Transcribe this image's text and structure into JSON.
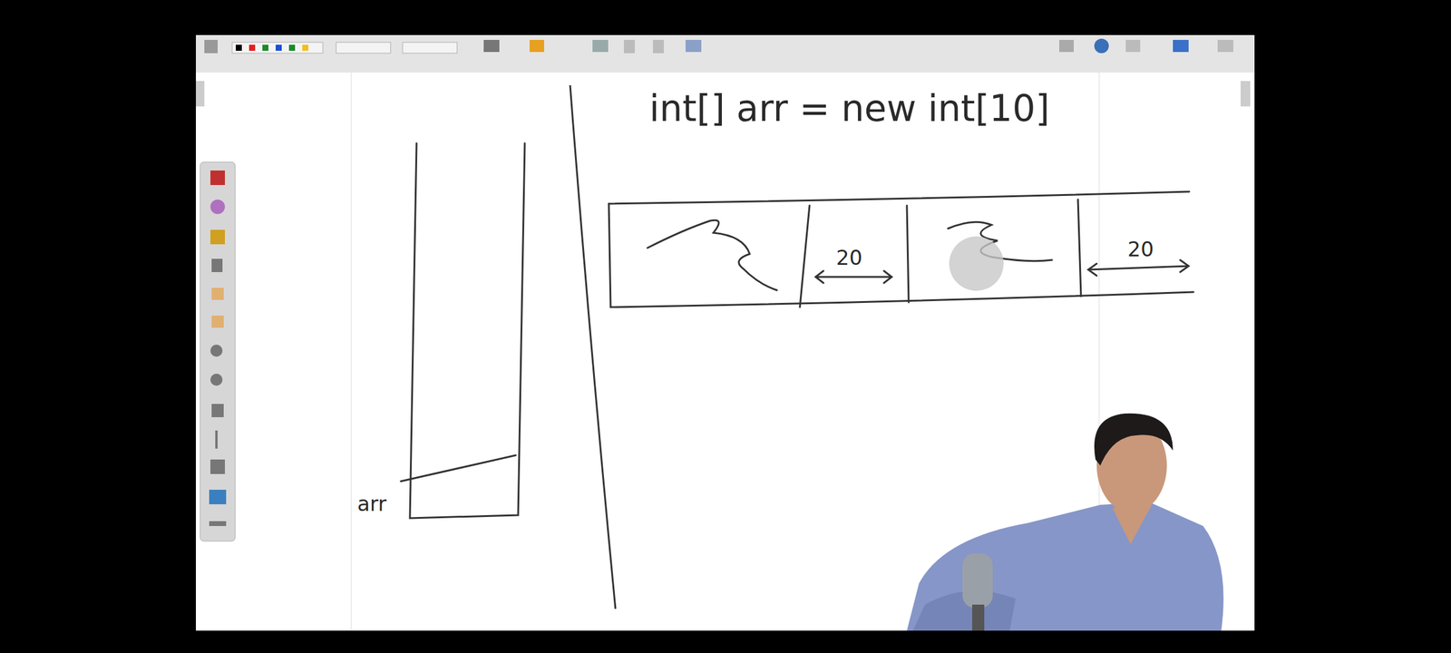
{
  "diagram": {
    "labels": [
      "int[] arr = new int[10]",
      "arr",
      "20",
      "20"
    ]
  }
}
